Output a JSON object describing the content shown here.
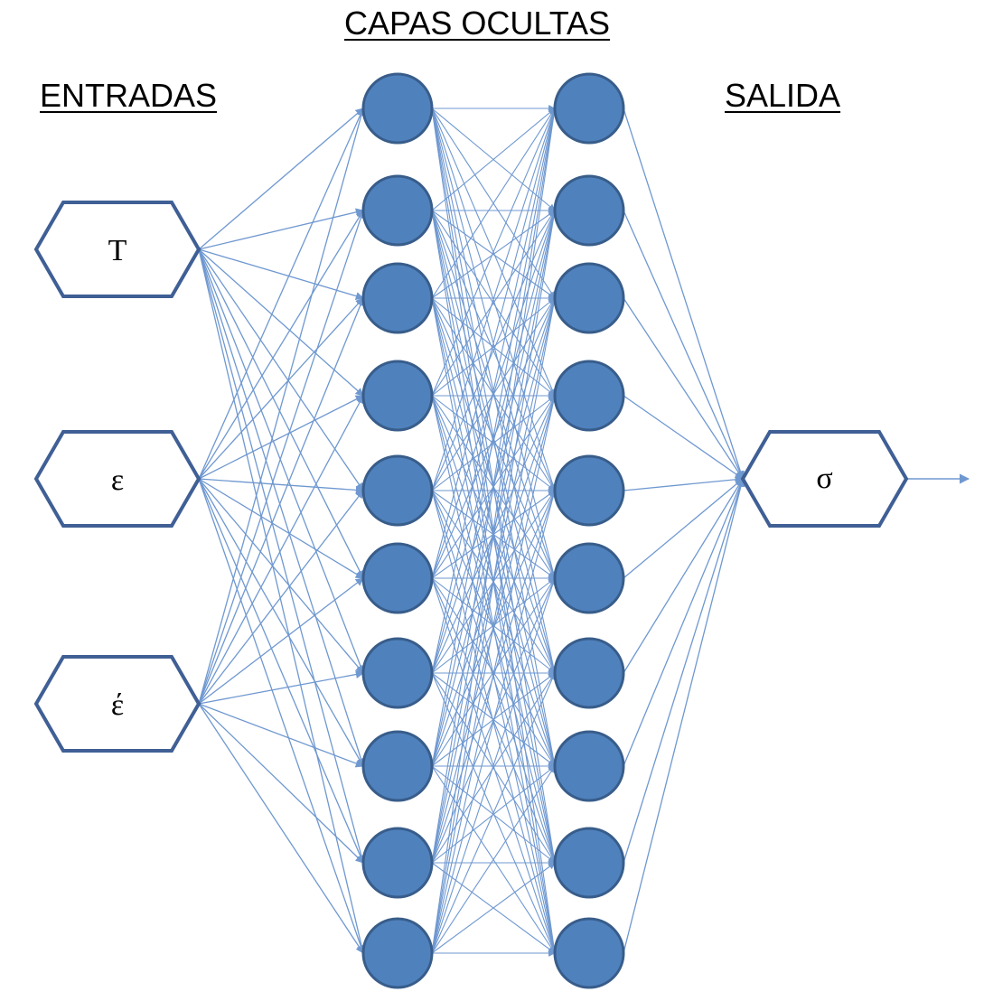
{
  "headings": {
    "hidden": "CAPAS OCULTAS",
    "inputs": "ENTRADAS",
    "output": "SALIDA"
  },
  "inputs": [
    "T",
    "ε",
    "έ"
  ],
  "hidden_layers": [
    {
      "neuron_count": 10
    },
    {
      "neuron_count": 10
    }
  ],
  "output": "σ",
  "colors": {
    "neuron_fill": "#4f81bd",
    "neuron_stroke": "#385d8a",
    "edge": "#6f98d0",
    "hexagon_stroke": "#3f5f95"
  }
}
